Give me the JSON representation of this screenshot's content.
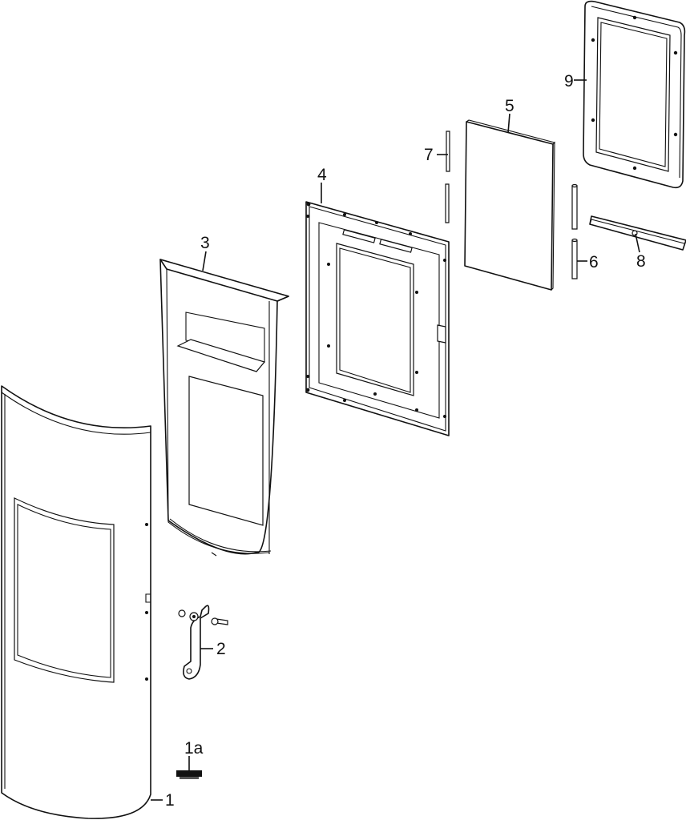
{
  "diagram": {
    "type": "exploded-parts-view",
    "callouts": [
      {
        "id": "part-1",
        "label": "1"
      },
      {
        "id": "part-1a",
        "label": "1a"
      },
      {
        "id": "part-2",
        "label": "2"
      },
      {
        "id": "part-3",
        "label": "3"
      },
      {
        "id": "part-4",
        "label": "4"
      },
      {
        "id": "part-5",
        "label": "5"
      },
      {
        "id": "part-6",
        "label": "6"
      },
      {
        "id": "part-7",
        "label": "7"
      },
      {
        "id": "part-8",
        "label": "8"
      },
      {
        "id": "part-9",
        "label": "9"
      }
    ],
    "colors": {
      "line": "#111111",
      "background": "#ffffff"
    }
  }
}
